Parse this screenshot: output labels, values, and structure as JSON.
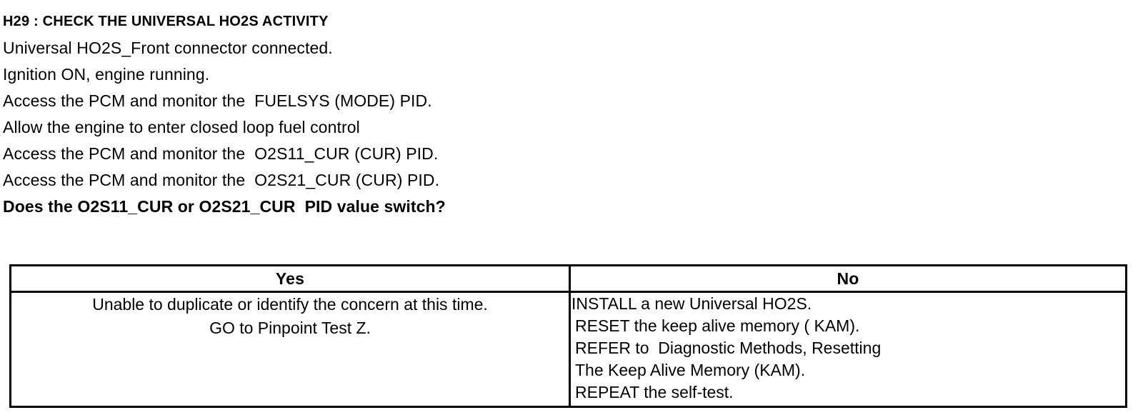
{
  "document": {
    "heading": "H29 : CHECK THE UNIVERSAL HO2S ACTIVITY",
    "steps": [
      "Universal HO2S_Front connector connected.",
      "Ignition ON, engine running.",
      "Access the PCM and monitor the  FUELSYS (MODE) PID.",
      "Allow the engine to enter closed loop fuel control",
      "Access the PCM and monitor the  O2S11_CUR (CUR) PID.",
      "Access the PCM and monitor the  O2S21_CUR (CUR) PID."
    ],
    "question": "Does the O2S11_CUR or O2S21_CUR  PID value switch?"
  },
  "decision_table": {
    "headers": {
      "yes": "Yes",
      "no": "No"
    },
    "yes_actions": [
      "Unable to duplicate or identify the concern at this time.",
      "GO to Pinpoint Test Z."
    ],
    "no_actions": [
      "INSTALL a new Universal HO2S.",
      "RESET the keep alive memory ( KAM).",
      "REFER to  Diagnostic Methods, Resetting",
      "The Keep Alive Memory (KAM).",
      "REPEAT the self-test."
    ]
  },
  "colors": {
    "text": "#000000",
    "background": "#ffffff",
    "border": "#000000"
  }
}
